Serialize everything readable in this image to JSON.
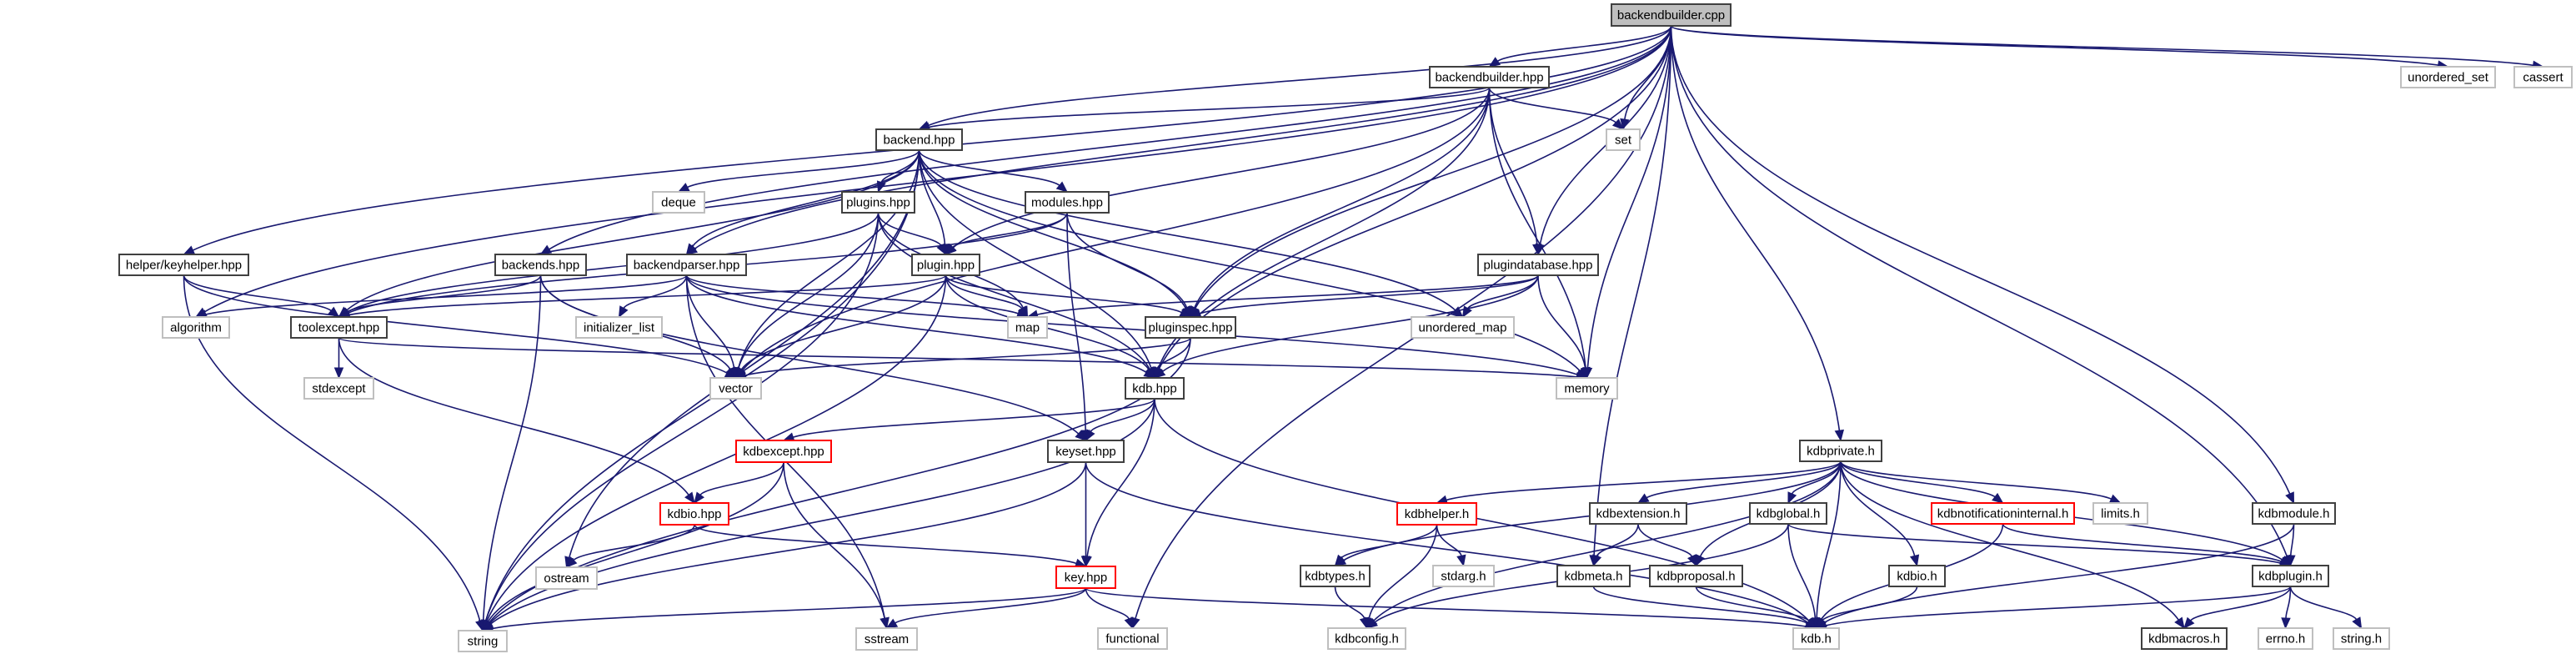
{
  "title": "backendbuilder.cpp include dependency graph",
  "colors": {
    "edge": "#191970",
    "root_fill": "#bfbfbf",
    "documented_border": "#404040",
    "undocumented_border": "#bfbfbf",
    "truncated_border": "#ff0000"
  },
  "nodes": [
    {
      "id": "backendbuilder_cpp",
      "label": "backendbuilder.cpp",
      "kind": "root"
    },
    {
      "id": "backendbuilder_hpp",
      "label": "backendbuilder.hpp",
      "kind": "documented"
    },
    {
      "id": "unordered_set",
      "label": "unordered_set",
      "kind": "system"
    },
    {
      "id": "cassert",
      "label": "cassert",
      "kind": "system"
    },
    {
      "id": "backend_hpp",
      "label": "backend.hpp",
      "kind": "documented"
    },
    {
      "id": "set",
      "label": "set",
      "kind": "system"
    },
    {
      "id": "deque",
      "label": "deque",
      "kind": "system"
    },
    {
      "id": "plugins_hpp",
      "label": "plugins.hpp",
      "kind": "documented"
    },
    {
      "id": "modules_hpp",
      "label": "modules.hpp",
      "kind": "documented"
    },
    {
      "id": "helper_keyhelper_hpp",
      "label": "helper/keyhelper.hpp",
      "kind": "documented"
    },
    {
      "id": "backends_hpp",
      "label": "backends.hpp",
      "kind": "documented"
    },
    {
      "id": "backendparser_hpp",
      "label": "backendparser.hpp",
      "kind": "documented"
    },
    {
      "id": "plugin_hpp",
      "label": "plugin.hpp",
      "kind": "documented"
    },
    {
      "id": "plugindatabase_hpp",
      "label": "plugindatabase.hpp",
      "kind": "documented"
    },
    {
      "id": "algorithm",
      "label": "algorithm",
      "kind": "system"
    },
    {
      "id": "toolexcept_hpp",
      "label": "toolexcept.hpp",
      "kind": "documented"
    },
    {
      "id": "initializer_list",
      "label": "initializer_list",
      "kind": "system"
    },
    {
      "id": "map",
      "label": "map",
      "kind": "system"
    },
    {
      "id": "pluginspec_hpp",
      "label": "pluginspec.hpp",
      "kind": "documented"
    },
    {
      "id": "unordered_map",
      "label": "unordered_map",
      "kind": "system"
    },
    {
      "id": "stdexcept",
      "label": "stdexcept",
      "kind": "system"
    },
    {
      "id": "vector",
      "label": "vector",
      "kind": "system"
    },
    {
      "id": "kdb_hpp",
      "label": "kdb.hpp",
      "kind": "documented"
    },
    {
      "id": "memory",
      "label": "memory",
      "kind": "system"
    },
    {
      "id": "kdbexcept_hpp",
      "label": "kdbexcept.hpp",
      "kind": "truncated"
    },
    {
      "id": "keyset_hpp",
      "label": "keyset.hpp",
      "kind": "documented"
    },
    {
      "id": "kdbprivate_h",
      "label": "kdbprivate.h",
      "kind": "documented"
    },
    {
      "id": "kdbio_hpp",
      "label": "kdbio.hpp",
      "kind": "truncated"
    },
    {
      "id": "kdbhelper_h",
      "label": "kdbhelper.h",
      "kind": "truncated"
    },
    {
      "id": "kdbextension_h",
      "label": "kdbextension.h",
      "kind": "documented"
    },
    {
      "id": "kdbglobal_h",
      "label": "kdbglobal.h",
      "kind": "documented"
    },
    {
      "id": "kdbnotificationinternal_h",
      "label": "kdbnotificationinternal.h",
      "kind": "truncated"
    },
    {
      "id": "limits_h",
      "label": "limits.h",
      "kind": "system"
    },
    {
      "id": "kdbmodule_h",
      "label": "kdbmodule.h",
      "kind": "documented"
    },
    {
      "id": "ostream",
      "label": "ostream",
      "kind": "system"
    },
    {
      "id": "key_hpp",
      "label": "key.hpp",
      "kind": "truncated"
    },
    {
      "id": "kdbtypes_h",
      "label": "kdbtypes.h",
      "kind": "documented"
    },
    {
      "id": "stdarg_h",
      "label": "stdarg.h",
      "kind": "system"
    },
    {
      "id": "kdbmeta_h",
      "label": "kdbmeta.h",
      "kind": "documented"
    },
    {
      "id": "kdbproposal_h",
      "label": "kdbproposal.h",
      "kind": "documented"
    },
    {
      "id": "kdbio_h",
      "label": "kdbio.h",
      "kind": "documented"
    },
    {
      "id": "kdbplugin_h",
      "label": "kdbplugin.h",
      "kind": "documented"
    },
    {
      "id": "string",
      "label": "string",
      "kind": "system"
    },
    {
      "id": "sstream",
      "label": "sstream",
      "kind": "system"
    },
    {
      "id": "functional",
      "label": "functional",
      "kind": "system"
    },
    {
      "id": "kdbconfig_h",
      "label": "kdbconfig.h",
      "kind": "system"
    },
    {
      "id": "kdb_h",
      "label": "kdb.h",
      "kind": "system"
    },
    {
      "id": "kdbmacros_h",
      "label": "kdbmacros.h",
      "kind": "documented"
    },
    {
      "id": "errno_h",
      "label": "errno.h",
      "kind": "system"
    },
    {
      "id": "string_h",
      "label": "string.h",
      "kind": "system"
    }
  ],
  "edges": [
    [
      "backendbuilder_cpp",
      "backendbuilder_hpp"
    ],
    [
      "backendbuilder_cpp",
      "unordered_set"
    ],
    [
      "backendbuilder_cpp",
      "cassert"
    ],
    [
      "backendbuilder_cpp",
      "backend_hpp"
    ],
    [
      "backendbuilder_cpp",
      "set"
    ],
    [
      "backendbuilder_cpp",
      "helper_keyhelper_hpp"
    ],
    [
      "backendbuilder_cpp",
      "backends_hpp"
    ],
    [
      "backendbuilder_cpp",
      "backendparser_hpp"
    ],
    [
      "backendbuilder_cpp",
      "plugindatabase_hpp"
    ],
    [
      "backendbuilder_cpp",
      "algorithm"
    ],
    [
      "backendbuilder_cpp",
      "pluginspec_hpp"
    ],
    [
      "backendbuilder_cpp",
      "kdb_hpp"
    ],
    [
      "backendbuilder_cpp",
      "kdbprivate_h"
    ],
    [
      "backendbuilder_cpp",
      "kdbmodule_h"
    ],
    [
      "backendbuilder_cpp",
      "kdbplugin_h"
    ],
    [
      "backendbuilder_cpp",
      "functional"
    ],
    [
      "backendbuilder_cpp",
      "memory"
    ],
    [
      "backendbuilder_cpp",
      "kdbmeta_h"
    ],
    [
      "backendbuilder_hpp",
      "backend_hpp"
    ],
    [
      "backendbuilder_hpp",
      "set"
    ],
    [
      "backendbuilder_hpp",
      "plugin_hpp"
    ],
    [
      "backendbuilder_hpp",
      "pluginspec_hpp"
    ],
    [
      "backendbuilder_hpp",
      "plugindatabase_hpp"
    ],
    [
      "backendbuilder_hpp",
      "kdb_hpp"
    ],
    [
      "backendbuilder_hpp",
      "memory"
    ],
    [
      "backendbuilder_hpp",
      "vector"
    ],
    [
      "backend_hpp",
      "deque"
    ],
    [
      "backend_hpp",
      "plugins_hpp"
    ],
    [
      "backend_hpp",
      "modules_hpp"
    ],
    [
      "backend_hpp",
      "plugin_hpp"
    ],
    [
      "backend_hpp",
      "backendparser_hpp"
    ],
    [
      "backend_hpp",
      "toolexcept_hpp"
    ],
    [
      "backend_hpp",
      "pluginspec_hpp"
    ],
    [
      "backend_hpp",
      "unordered_map"
    ],
    [
      "backend_hpp",
      "vector"
    ],
    [
      "backend_hpp",
      "kdb_hpp"
    ],
    [
      "backend_hpp",
      "memory"
    ],
    [
      "backend_hpp",
      "string"
    ],
    [
      "backend_hpp",
      "ostream"
    ],
    [
      "plugins_hpp",
      "plugin_hpp"
    ],
    [
      "plugins_hpp",
      "toolexcept_hpp"
    ],
    [
      "plugins_hpp",
      "map"
    ],
    [
      "plugins_hpp",
      "vector"
    ],
    [
      "plugins_hpp",
      "kdb_hpp"
    ],
    [
      "plugins_hpp",
      "string"
    ],
    [
      "modules_hpp",
      "plugin_hpp"
    ],
    [
      "modules_hpp",
      "pluginspec_hpp"
    ],
    [
      "modules_hpp",
      "keyset_hpp"
    ],
    [
      "modules_hpp",
      "toolexcept_hpp"
    ],
    [
      "helper_keyhelper_hpp",
      "toolexcept_hpp"
    ],
    [
      "helper_keyhelper_hpp",
      "vector"
    ],
    [
      "helper_keyhelper_hpp",
      "string"
    ],
    [
      "backends_hpp",
      "toolexcept_hpp"
    ],
    [
      "backends_hpp",
      "vector"
    ],
    [
      "backends_hpp",
      "keyset_hpp"
    ],
    [
      "backends_hpp",
      "string"
    ],
    [
      "backendparser_hpp",
      "initializer_list"
    ],
    [
      "backendparser_hpp",
      "vector"
    ],
    [
      "backendparser_hpp",
      "map"
    ],
    [
      "backendparser_hpp",
      "kdb_hpp"
    ],
    [
      "backendparser_hpp",
      "algorithm"
    ],
    [
      "backendparser_hpp",
      "sstream"
    ],
    [
      "backendparser_hpp",
      "memory"
    ],
    [
      "plugin_hpp",
      "toolexcept_hpp"
    ],
    [
      "plugin_hpp",
      "map"
    ],
    [
      "plugin_hpp",
      "pluginspec_hpp"
    ],
    [
      "plugin_hpp",
      "vector"
    ],
    [
      "plugin_hpp",
      "kdb_hpp"
    ],
    [
      "plugin_hpp",
      "string"
    ],
    [
      "plugindatabase_hpp",
      "pluginspec_hpp"
    ],
    [
      "plugindatabase_hpp",
      "unordered_map"
    ],
    [
      "plugindatabase_hpp",
      "memory"
    ],
    [
      "plugindatabase_hpp",
      "map"
    ],
    [
      "plugindatabase_hpp",
      "kdb_hpp"
    ],
    [
      "toolexcept_hpp",
      "stdexcept"
    ],
    [
      "toolexcept_hpp",
      "kdbio_hpp"
    ],
    [
      "toolexcept_hpp",
      "memory"
    ],
    [
      "pluginspec_hpp",
      "kdb_hpp"
    ],
    [
      "pluginspec_hpp",
      "vector"
    ],
    [
      "pluginspec_hpp",
      "string"
    ],
    [
      "kdb_hpp",
      "kdbexcept_hpp"
    ],
    [
      "kdb_hpp",
      "keyset_hpp"
    ],
    [
      "kdb_hpp",
      "key_hpp"
    ],
    [
      "kdb_hpp",
      "kdb_h"
    ],
    [
      "kdb_hpp",
      "string"
    ],
    [
      "kdbexcept_hpp",
      "kdbio_hpp"
    ],
    [
      "kdbexcept_hpp",
      "sstream"
    ],
    [
      "kdbexcept_hpp",
      "string"
    ],
    [
      "kdbio_hpp",
      "ostream"
    ],
    [
      "kdbio_hpp",
      "key_hpp"
    ],
    [
      "keyset_hpp",
      "key_hpp"
    ],
    [
      "keyset_hpp",
      "kdb_h"
    ],
    [
      "keyset_hpp",
      "string"
    ],
    [
      "key_hpp",
      "string"
    ],
    [
      "key_hpp",
      "sstream"
    ],
    [
      "key_hpp",
      "functional"
    ],
    [
      "key_hpp",
      "kdb_h"
    ],
    [
      "kdbprivate_h",
      "kdbhelper_h"
    ],
    [
      "kdbprivate_h",
      "kdbextension_h"
    ],
    [
      "kdbprivate_h",
      "kdbglobal_h"
    ],
    [
      "kdbprivate_h",
      "kdbnotificationinternal_h"
    ],
    [
      "kdbprivate_h",
      "limits_h"
    ],
    [
      "kdbprivate_h",
      "kdbtypes_h"
    ],
    [
      "kdbprivate_h",
      "kdbproposal_h"
    ],
    [
      "kdbprivate_h",
      "kdbio_h"
    ],
    [
      "kdbprivate_h",
      "kdbplugin_h"
    ],
    [
      "kdbprivate_h",
      "kdbconfig_h"
    ],
    [
      "kdbprivate_h",
      "kdb_h"
    ],
    [
      "kdbprivate_h",
      "kdbmacros_h"
    ],
    [
      "kdbhelper_h",
      "kdbtypes_h"
    ],
    [
      "kdbhelper_h",
      "stdarg_h"
    ],
    [
      "kdbhelper_h",
      "kdbconfig_h"
    ],
    [
      "kdbextension_h",
      "kdbmeta_h"
    ],
    [
      "kdbextension_h",
      "kdbproposal_h"
    ],
    [
      "kdbglobal_h",
      "kdb_h"
    ],
    [
      "kdbglobal_h",
      "kdbplugin_h"
    ],
    [
      "kdbglobal_h",
      "kdbconfig_h"
    ],
    [
      "kdbnotificationinternal_h",
      "kdbplugin_h"
    ],
    [
      "kdbnotificationinternal_h",
      "kdb_h"
    ],
    [
      "kdbmodule_h",
      "kdbplugin_h"
    ],
    [
      "kdbmodule_h",
      "kdb_h"
    ],
    [
      "kdbtypes_h",
      "kdbconfig_h"
    ],
    [
      "kdbmeta_h",
      "kdb_h"
    ],
    [
      "kdbproposal_h",
      "kdb_h"
    ],
    [
      "kdbio_h",
      "kdb_h"
    ],
    [
      "kdbplugin_h",
      "kdb_h"
    ],
    [
      "kdbplugin_h",
      "kdbmacros_h"
    ],
    [
      "kdbplugin_h",
      "errno_h"
    ],
    [
      "kdbplugin_h",
      "string_h"
    ]
  ]
}
